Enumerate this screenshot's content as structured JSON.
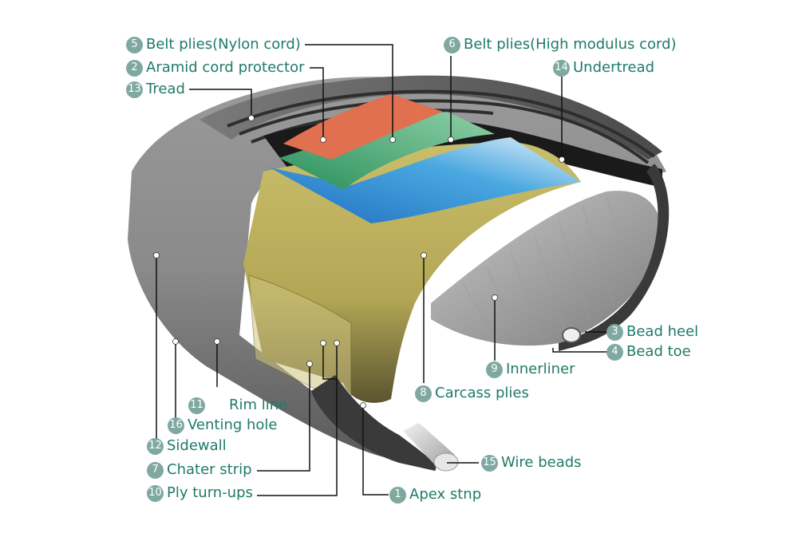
{
  "diagram": {
    "labels": [
      {
        "num": "5",
        "text": "Belt plies(Nylon cord)"
      },
      {
        "num": "2",
        "text": "Aramid cord protector"
      },
      {
        "num": "13",
        "text": "Tread"
      },
      {
        "num": "6",
        "text": "Belt plies(High modulus cord)"
      },
      {
        "num": "14",
        "text": "Undertread"
      },
      {
        "num": "3",
        "text": "Bead heel"
      },
      {
        "num": "4",
        "text": "Bead toe"
      },
      {
        "num": "9",
        "text": "Innerliner"
      },
      {
        "num": "8",
        "text": "Carcass plies"
      },
      {
        "num": "15",
        "text": "Wire beads"
      },
      {
        "num": "1",
        "text": "Apex stnp"
      },
      {
        "num": "11",
        "text": "Rim line"
      },
      {
        "num": "16",
        "text": "Venting hole"
      },
      {
        "num": "12",
        "text": "Sidewall"
      },
      {
        "num": "7",
        "text": "Chater strip"
      },
      {
        "num": "10",
        "text": "Ply turn-ups"
      }
    ],
    "colors": {
      "label_text": "#1f7a68",
      "badge_fill": "#7fa9a0",
      "tread": "#6e6e6e",
      "carcass": "#b8ad5c",
      "nylon_belt": "#e07050",
      "aramid_belt": "#2e9a68",
      "high_modulus_belt": "#2c86c9",
      "bead_wire": "#d0d0d0"
    }
  }
}
